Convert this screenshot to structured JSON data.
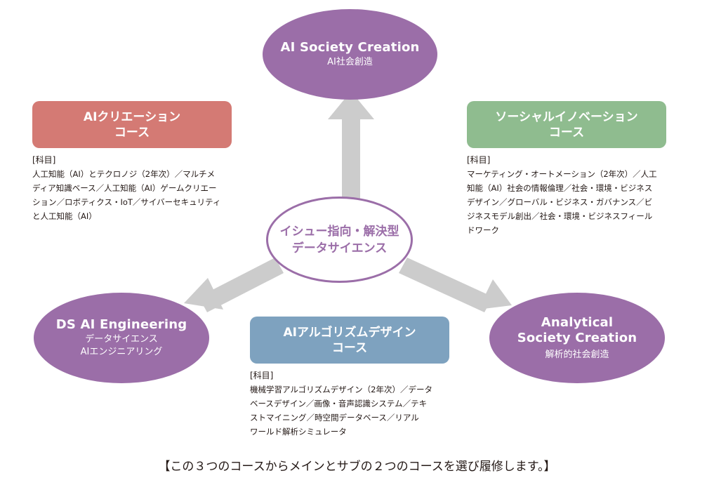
{
  "center": {
    "line1": "イシュー指向・解決型",
    "line2": "データサイエンス"
  },
  "nodes": {
    "ai_society": {
      "title": "AI Society Creation",
      "subtitle": "AI社会創造"
    },
    "ds_ai": {
      "title": "DS AI Engineering",
      "subtitle1": "データサイエンス",
      "subtitle2": "AIエンジニアリング"
    },
    "analytical": {
      "title1": "Analytical",
      "title2": "Society Creation",
      "subtitle": "解析的社会創造"
    }
  },
  "courses": {
    "ai_creation": {
      "line1": "AIクリエーション",
      "line2": "コース",
      "color": "#d47a74",
      "subjects_header": "[科目]",
      "subjects": [
        "人工知能（AI）とテクロノジ（2年次）／マルチメ",
        "ディア知識ベース／人工知能（AI）ゲームクリエー",
        "ション／ロボティクス・IoT／サイバーセキュリティ",
        "と人工知能（AI）"
      ]
    },
    "social_innovation": {
      "line1": "ソーシャルイノベーション",
      "line2": "コース",
      "color": "#8fbc8f",
      "subjects_header": "[科目]",
      "subjects": [
        "マーケティング・オートメーション（2年次）／人工",
        "知能（AI）社会の情報倫理／社会・環境・ビジネス",
        "デザイン／グローバル・ビジネス・ガバナンス／ビ",
        "ジネスモデル創出／社会・環境・ビジネスフィール",
        "ドワーク"
      ]
    },
    "ai_algorithm": {
      "line1": "AIアルゴリズムデザイン",
      "line2": "コース",
      "color": "#7ea2bf",
      "subjects_header": "[科目]",
      "subjects": [
        "機械学習アルゴリズムデザイン（2年次）／データ",
        "ベースデザイン／画像・音声認識システム／テキ",
        "ストマイニング／時空間データベース／リアル",
        "ワールド解析シミュレータ"
      ]
    }
  },
  "footer": "【この３つのコースからメインとサブの２つのコースを選び履修します。】",
  "colors": {
    "purple": "#9b6ea8",
    "arrow": "#cccccc"
  }
}
